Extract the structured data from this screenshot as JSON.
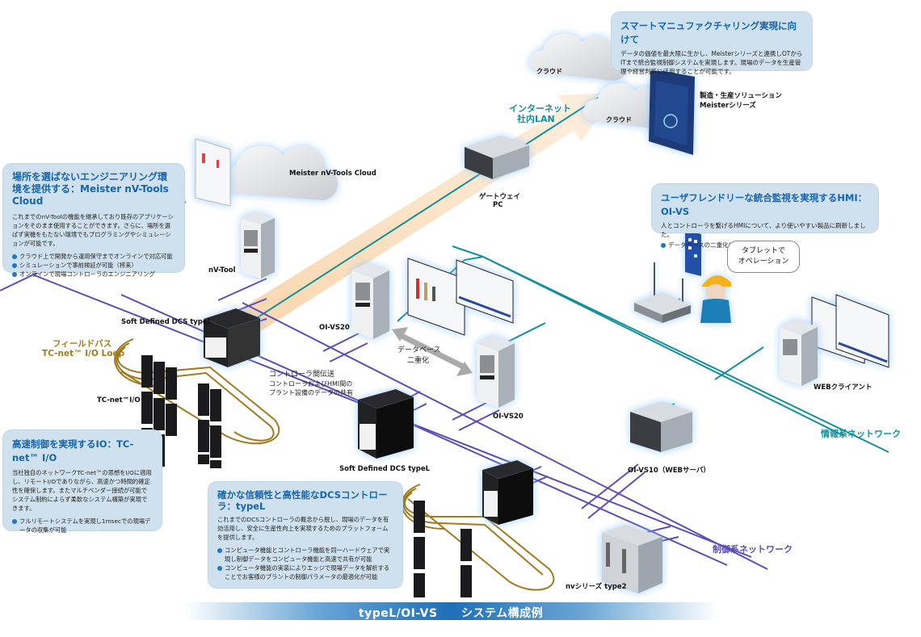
{
  "footer": {
    "title_en": "typeL/OI-VS",
    "title_ja": "システム構成例"
  },
  "colors": {
    "accent_blue": "#1565b0",
    "info_network": "#13909a",
    "control_network": "#5a4fb5",
    "fieldbus": "#a07a1e",
    "internet_band": "#f7cfa0",
    "box_bg": "#cfe1ee"
  },
  "boxes": {
    "smart": {
      "title": "スマートマニュファクチャリング実現に向けて",
      "body": "データの価値を最大限に生かし、Meisterシリーズと連携しOTからITまで統合監視制御システムを実現します。現場のデータを生産管理や経営判断に活用することが可能です。"
    },
    "cloud": {
      "title": "場所を選ばないエンジニアリング環境を提供する：Meister nV-Tools Cloud",
      "body": "これまでのnV-Toolの機能を継承しており既存のアプリケーションをそのまま使用することができます。さらに、場所を選ばず実機をもたない環境でもプログラミングやシミュレーションが可能です。",
      "bullets": [
        "クラウド上で開発から運用保守までオンラインで対応可能",
        "シミュレーションで事前検証が可能（将来）",
        "オンラインで現場コントローラのエンジニアリング"
      ]
    },
    "hmi": {
      "title": "ユーザフレンドリーな統合監視を実現するHMI：OI-VS",
      "body": "人とコントローラを繋げるHMIについて、より使いやすい製品に刷新しました。",
      "bullets": [
        "データベースの二重化により高信頼を実現"
      ]
    },
    "io": {
      "title": "高速制御を実現するIO：TC-net™ I/O",
      "body": "当社独自のネットワークTC-net™の思想をI/Oに適用し、リモートI/Oでありながら、高速かつ時間的確定性を確保します。またマルチベンダー接続が可能でシステム制約によらず柔軟なシステム構築が実現できます。",
      "bullets": [
        "フルリモートシステムを実現し1msecでの現場データの収集が可能"
      ]
    },
    "dcs": {
      "title": "確かな信頼性と高性能なDCSコントローラ：typeL",
      "body": "これまでのDCSコントローラの概念から脱し、現場のデータを有効活用し、安全に生産性向上を実現するためのプラットフォームを提供します。",
      "bullets": [
        "コンピュータ機能とコントローラ機能を同一ハードウェアで実現し制御データをコンピュータ機能と高速で共有が可能",
        "コンピュータ機能の実装によりエッジで現場データを解析することでお客様のプラントの制御パラメータの最適化が可能"
      ]
    }
  },
  "labels": {
    "cloud1": "クラウド",
    "cloud2": "クラウド",
    "meister_1": "製造・生産ソリューション",
    "meister_2": "Meisterシリーズ",
    "internet_1": "インターネット",
    "internet_2": "社内LAN",
    "gateway_1": "ゲートウェイ",
    "gateway_2": "PC",
    "nvtools_cloud": "Meister nV-Tools Cloud",
    "nv_tool": "nV-Tool",
    "dcs_top": "Soft Defined DCS typeL",
    "dcs_bottom": "Soft Defined DCS typeL",
    "fieldbus_1": "フィールドバス",
    "fieldbus_2": "TC-net™ I/O Loop",
    "tcnet_io": "TC-net™I/O",
    "oivs20_a": "OI-VS20",
    "oivs20_b": "OI-VS20",
    "db_dup_1": "データベース",
    "db_dup_2": "二重化",
    "ctrl_comm_1": "コントローラ間伝送",
    "ctrl_comm_2": "コントローラおよびHMI間の",
    "ctrl_comm_3": "プラント設備のデータの共有",
    "tablet_1": "タブレットで",
    "tablet_2": "オペレーション",
    "web_client": "WEBクライアント",
    "oivs10": "OI-VS10（WEBサーバ）",
    "nv_type2": "nvシリーズ type2",
    "info_network": "情報系ネットワーク",
    "control_network": "制御系ネットワーク"
  }
}
